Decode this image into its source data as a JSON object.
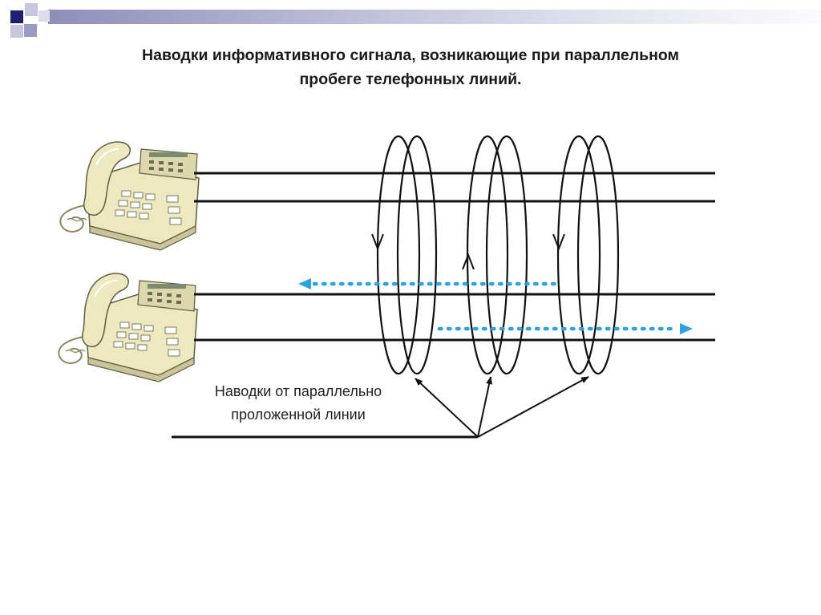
{
  "title": {
    "line1": "Наводки информативного сигнала, возникающие при параллельном",
    "line2": "пробеге телефонных линий."
  },
  "label": {
    "line1": "Наводки от параллельно",
    "line2": "проложенной линии"
  },
  "colors": {
    "accent_navy": "#1f1f6e",
    "line": "#111111",
    "signal_dots": "#2aa3e0",
    "phone_body": "#ece8bf"
  },
  "icons": [
    "telephone-icon",
    "telephone-icon"
  ]
}
